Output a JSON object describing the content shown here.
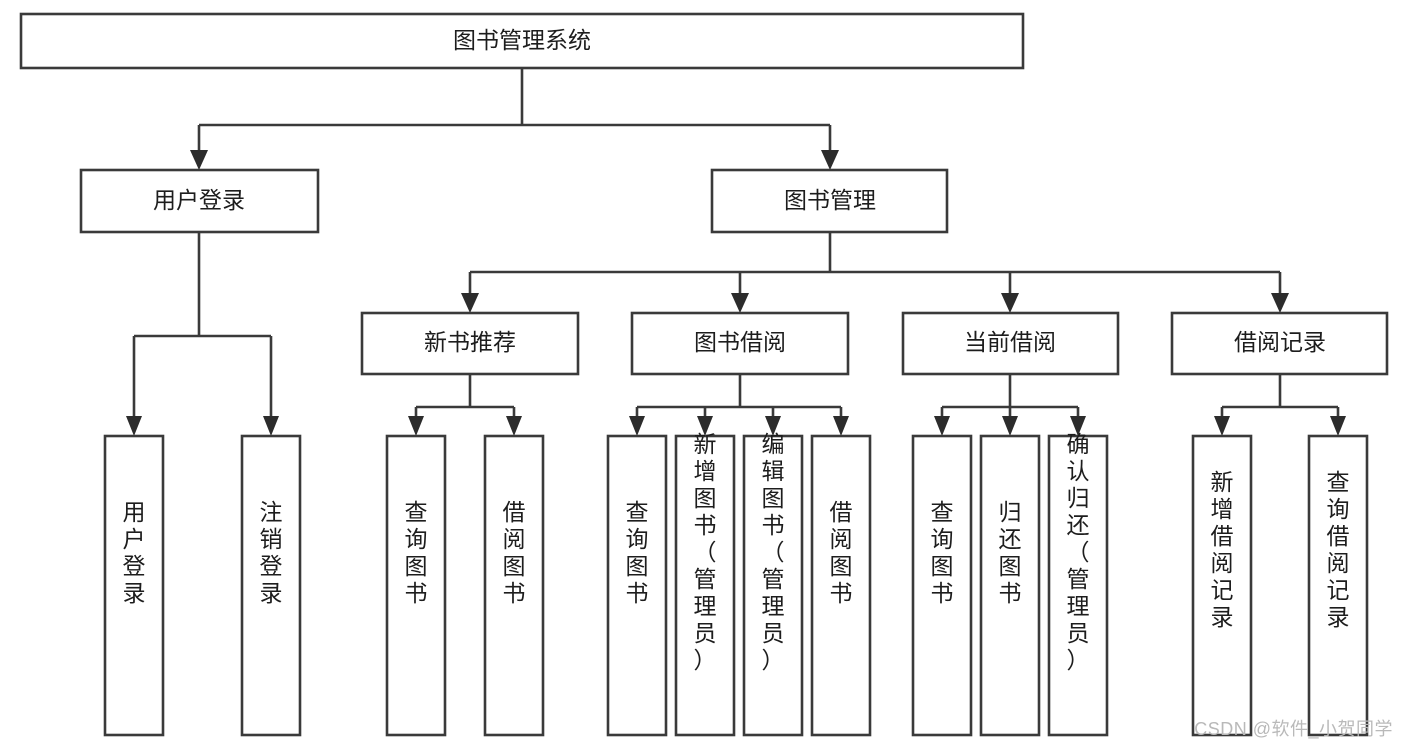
{
  "diagram": {
    "type": "tree-hierarchy-chart",
    "title": "图书管理系统",
    "watermark": "CSDN @软件_小贺同学",
    "colors": {
      "box_stroke": "#3a3a3a",
      "box_fill": "#ffffff",
      "line": "#3a3a3a",
      "arrow": "#2c2c2c",
      "text": "#1d1d1d",
      "watermark": "#b9b9b9",
      "background": "#ffffff"
    },
    "root": {
      "id": "root",
      "label": "图书管理系统",
      "orientation": "horizontal"
    },
    "level2": [
      {
        "id": "user-login",
        "label": "用户登录",
        "orientation": "horizontal"
      },
      {
        "id": "book-management",
        "label": "图书管理",
        "orientation": "horizontal"
      }
    ],
    "level3": [
      {
        "id": "new-book-recommend",
        "label": "新书推荐",
        "parent": "book-management",
        "orientation": "horizontal"
      },
      {
        "id": "book-borrow",
        "label": "图书借阅",
        "parent": "book-management",
        "orientation": "horizontal"
      },
      {
        "id": "current-borrow",
        "label": "当前借阅",
        "parent": "book-management",
        "orientation": "horizontal"
      },
      {
        "id": "borrow-record",
        "label": "借阅记录",
        "parent": "book-management",
        "orientation": "horizontal"
      }
    ],
    "leaves": [
      {
        "id": "leaf-user-login",
        "label": "用户登录",
        "parent": "user-login",
        "orientation": "vertical"
      },
      {
        "id": "leaf-logout-login",
        "label": "注销登录",
        "parent": "user-login",
        "orientation": "vertical"
      },
      {
        "id": "leaf-query-book-1",
        "label": "查询图书",
        "parent": "new-book-recommend",
        "orientation": "vertical"
      },
      {
        "id": "leaf-borrow-book-1",
        "label": "借阅图书",
        "parent": "new-book-recommend",
        "orientation": "vertical"
      },
      {
        "id": "leaf-query-book-2",
        "label": "查询图书",
        "parent": "book-borrow",
        "orientation": "vertical"
      },
      {
        "id": "leaf-add-book",
        "label": "新增图书（管理员）",
        "parent": "book-borrow",
        "orientation": "vertical"
      },
      {
        "id": "leaf-edit-book",
        "label": "编辑图书（管理员）",
        "parent": "book-borrow",
        "orientation": "vertical"
      },
      {
        "id": "leaf-borrow-book-2",
        "label": "借阅图书",
        "parent": "book-borrow",
        "orientation": "vertical"
      },
      {
        "id": "leaf-query-book-3",
        "label": "查询图书",
        "parent": "current-borrow",
        "orientation": "vertical"
      },
      {
        "id": "leaf-return-book",
        "label": "归还图书",
        "parent": "current-borrow",
        "orientation": "vertical"
      },
      {
        "id": "leaf-confirm-return",
        "label": "确认归还（管理员）",
        "parent": "current-borrow",
        "orientation": "vertical"
      },
      {
        "id": "leaf-add-record",
        "label": "新增借阅记录",
        "parent": "borrow-record",
        "orientation": "vertical"
      },
      {
        "id": "leaf-query-record",
        "label": "查询借阅记录",
        "parent": "borrow-record",
        "orientation": "vertical"
      }
    ]
  }
}
